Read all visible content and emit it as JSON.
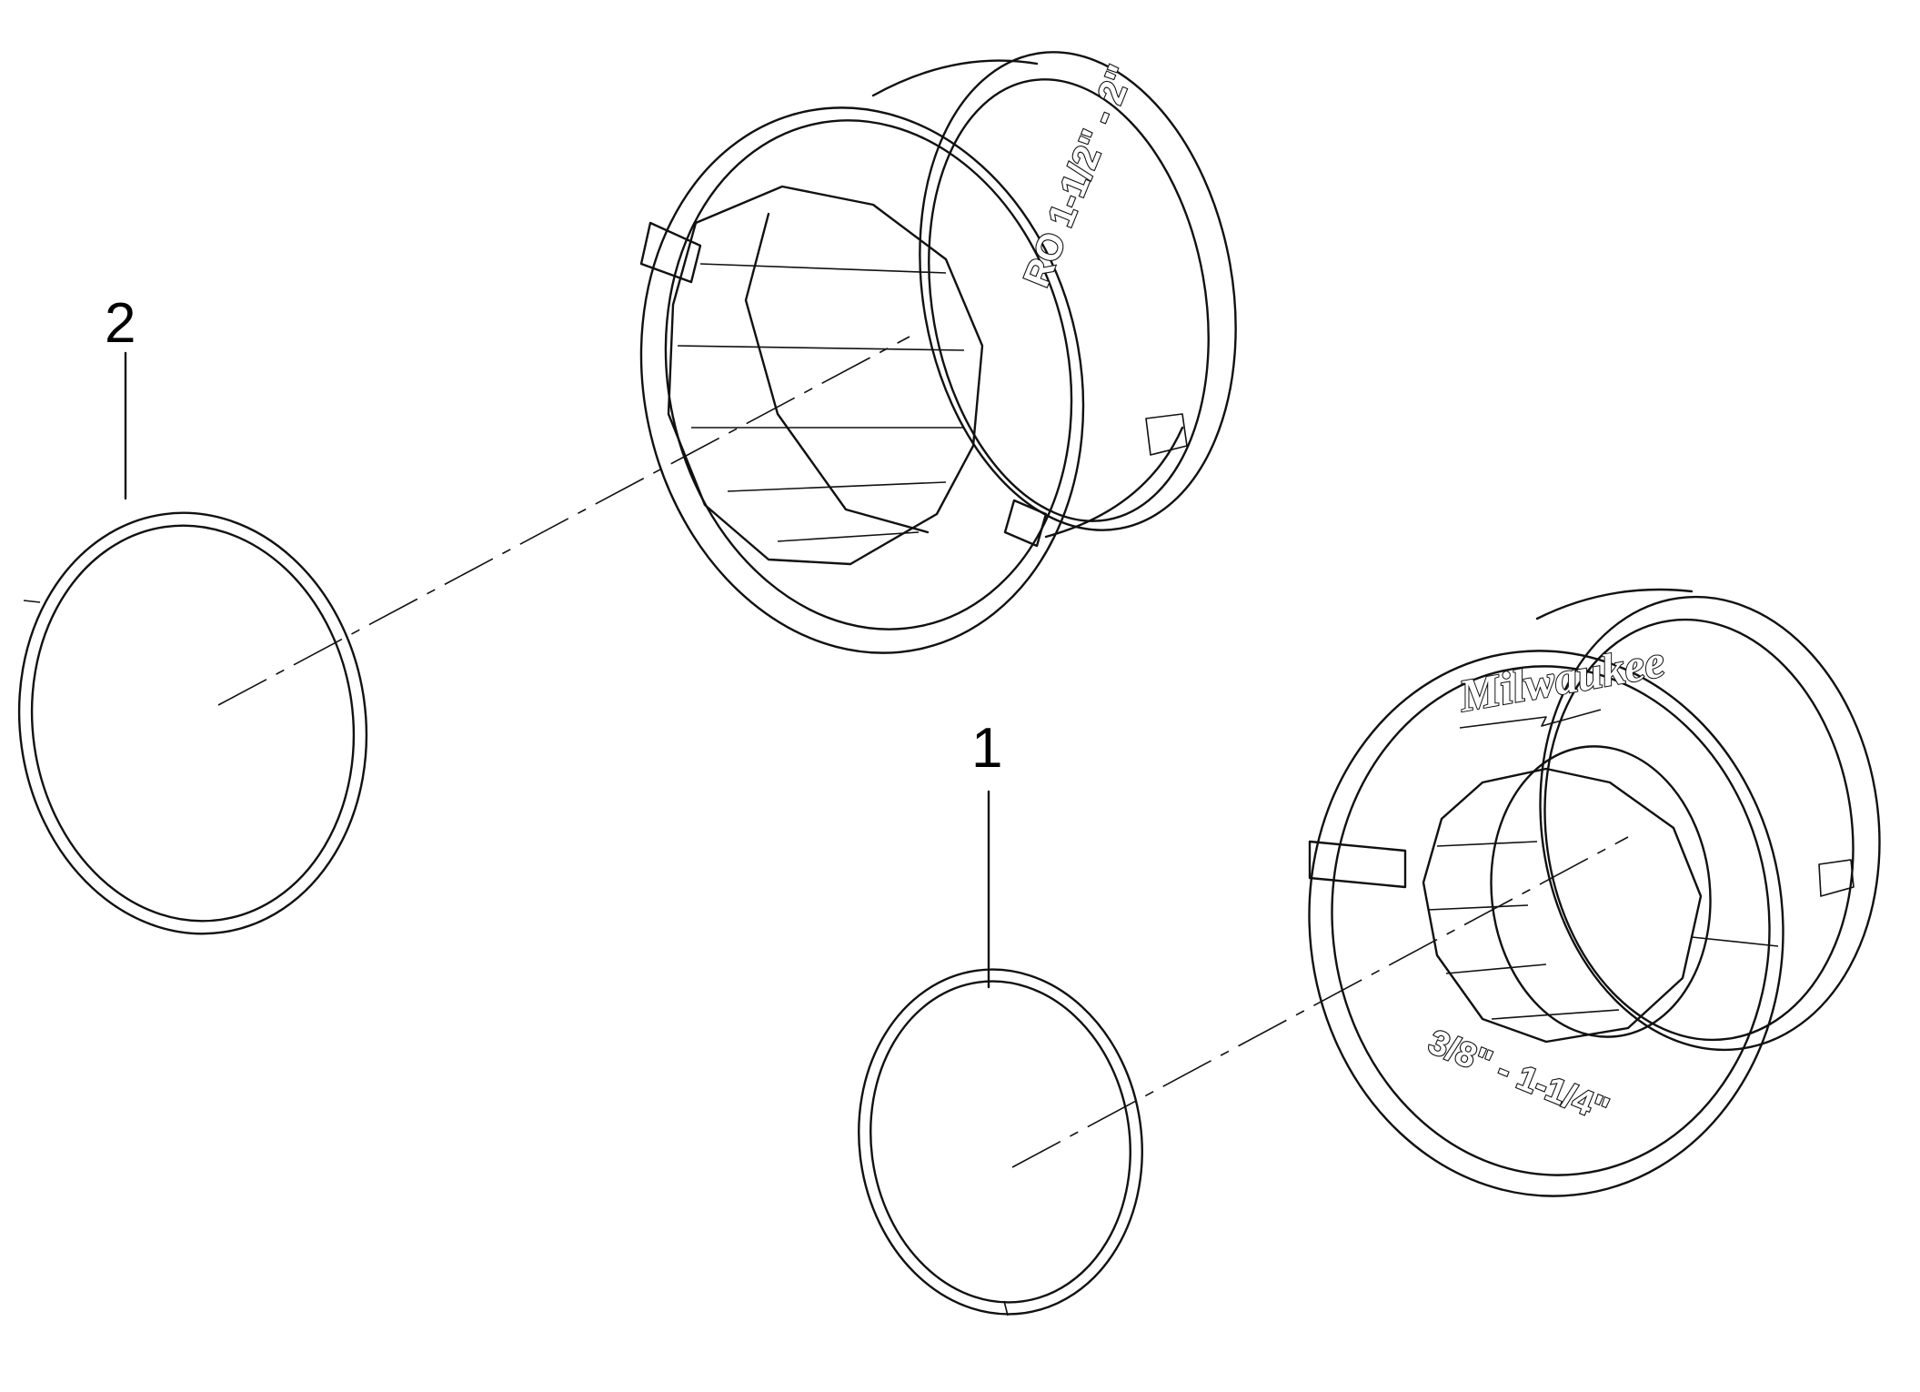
{
  "callouts": [
    {
      "number": "1"
    },
    {
      "number": "2"
    }
  ],
  "parts": {
    "large_bushing_marking": "RO 1-1/2\" - 2\"",
    "small_bushing_size": "3/8\" - 1-1/4\"",
    "small_bushing_brand": "Milwaukee"
  },
  "colors": {
    "line": "#111111",
    "background": "#ffffff"
  }
}
